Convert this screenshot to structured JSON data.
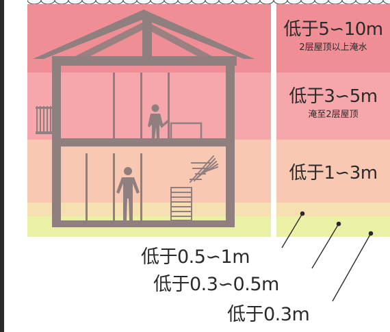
{
  "colors": {
    "band_5_10m": "#ef8e94",
    "band_3_5m": "#f5a7ab",
    "band_1_3m": "#f9c8b3",
    "band_05_1m": "#f6dfb0",
    "band_0_05m": "#eaf0a6",
    "house_line": "#8f7f7f"
  },
  "legend": {
    "band1": {
      "main": "低于5∽10m",
      "sub": "2层屋顶以上淹水"
    },
    "band2": {
      "main": "低于3∽5m",
      "sub": "淹至2层屋顶"
    },
    "band3": {
      "main": "低于1∽3m"
    }
  },
  "callouts": {
    "band4": "低于0.5∽1m",
    "band5": "低于0.3∽0.5m",
    "band6": "低于0.3m"
  },
  "icons": [
    "house-cross-section-icon",
    "person-icon",
    "staircase-icon"
  ]
}
